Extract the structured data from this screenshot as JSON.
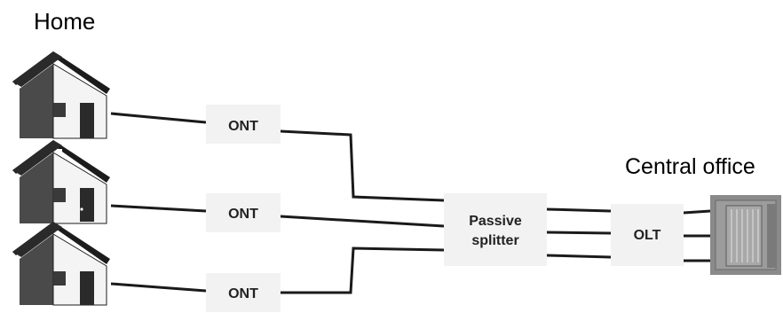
{
  "labels": {
    "home": "Home",
    "central_office": "Central office"
  },
  "onts": [
    {
      "label": "ONT"
    },
    {
      "label": "ONT"
    },
    {
      "label": "ONT"
    }
  ],
  "splitter": {
    "line1": "Passive",
    "line2": "splitter"
  },
  "olt": {
    "label": "OLT"
  },
  "colors": {
    "fiber": "#1a1a1a",
    "house_roof": "#1c1c1c",
    "house_wall": "#f4f4f4",
    "box_fill": "#f2f2f2",
    "equipment": "#8a8a8a"
  },
  "icons": [
    "house-icon",
    "house-icon",
    "house-icon",
    "server-rack-icon"
  ]
}
